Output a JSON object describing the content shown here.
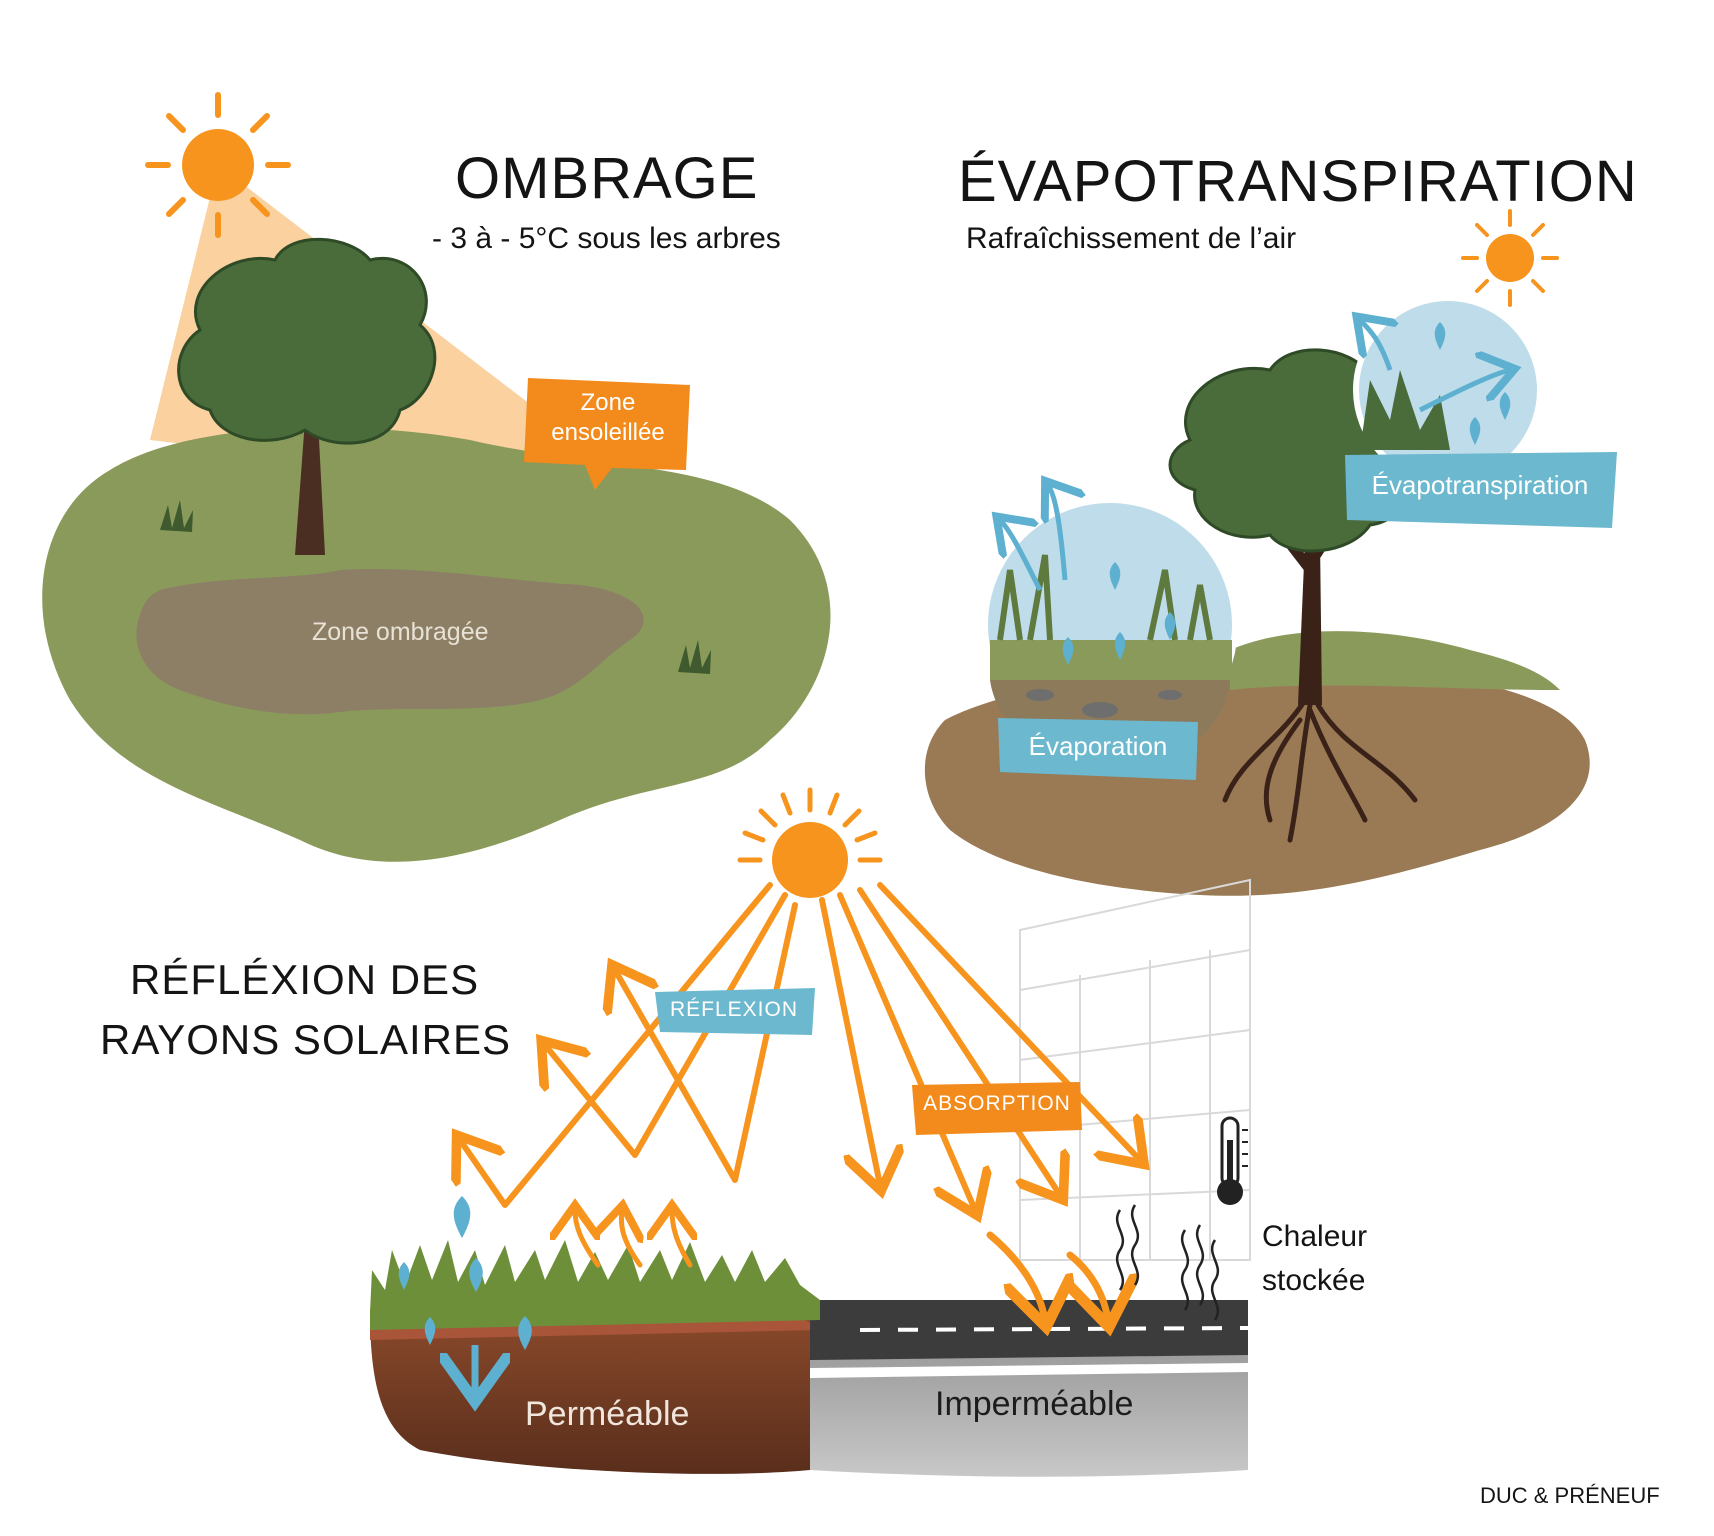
{
  "ombrage": {
    "title": "OMBRAGE",
    "subtitle": "- 3 à - 5°C sous les arbres",
    "sun_zone_label_line1": "Zone",
    "sun_zone_label_line2": "ensoleillée",
    "shade_zone_label": "Zone ombragée"
  },
  "evapotranspiration": {
    "title": "ÉVAPOTRANSPIRATION",
    "subtitle": "Rafraîchissement de l’air",
    "label_evapotranspiration": "Évapotranspiration",
    "label_evaporation": "Évaporation"
  },
  "reflexion": {
    "title_line1": "RÉFLÉXION DES",
    "title_line2": "RAYONS SOLAIRES",
    "label_reflexion": "RÉFLEXION",
    "label_absorption": "ABSORPTION",
    "heat_line1": "Chaleur",
    "heat_line2": "stockée",
    "permeable": "Perméable",
    "impermeable": "Imperméable"
  },
  "credit": "DUC & PRÉNEUF",
  "colors": {
    "sun": "#F7941D",
    "grass": "#8A9A5B",
    "tree": "#4A6B3A",
    "trunk": "#4A2E22",
    "shade": "#8C7F66",
    "sun_beam": "#F9C98E",
    "blue_tag": "#6CB8CF",
    "orange_tag": "#F28A1C",
    "soil": "#9A7A55",
    "water_bubble": "#BFDCEA",
    "asphalt": "#3C3C3C"
  }
}
